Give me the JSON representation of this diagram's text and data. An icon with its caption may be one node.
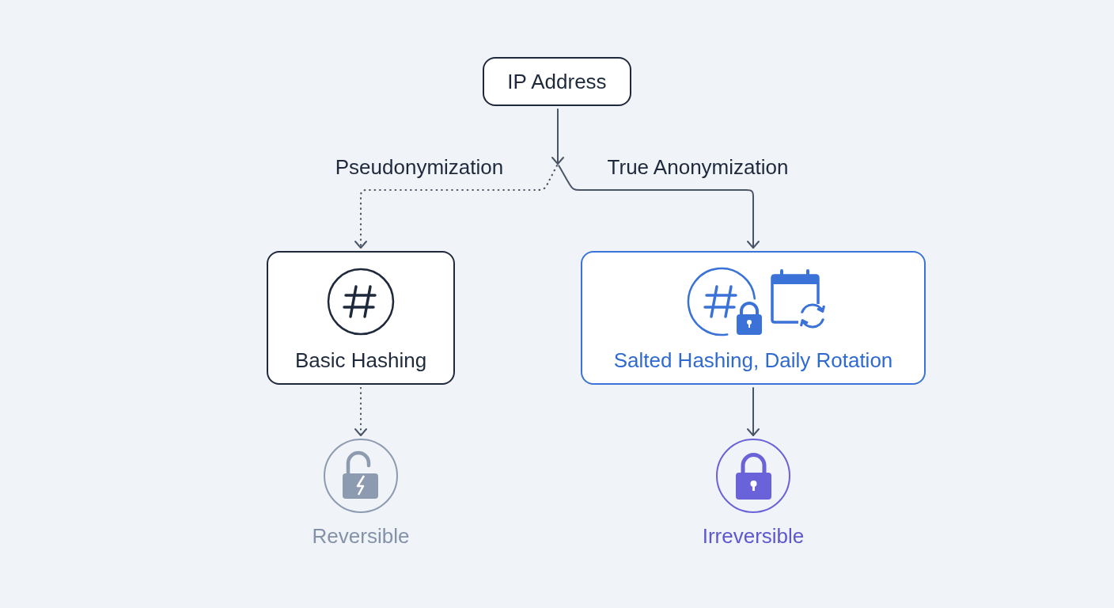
{
  "diagram": {
    "nodes": [
      {
        "text": [
          "IP Address"
        ]
      },
      {
        "text": [
          "Basic Hashing"
        ]
      },
      {
        "text": [
          "Salted Hashing, Daily Rotation"
        ]
      },
      {
        "text": [],
        "shape": "circle",
        "beside": [
          "Reversible"
        ]
      },
      {
        "text": [],
        "shape": "circle",
        "beside": [
          "Irreversible"
        ]
      }
    ],
    "edges": [
      {
        "from": 0,
        "to": 1,
        "arrow": "to",
        "label": "Pseudonymization",
        "style": "dashed"
      },
      {
        "from": 0,
        "to": 2,
        "arrow": "to",
        "label": "True Anonymization"
      },
      {
        "from": 1,
        "to": 3,
        "arrow": "to",
        "style": "dashed"
      },
      {
        "from": 2,
        "to": 4,
        "arrow": "to"
      }
    ]
  }
}
